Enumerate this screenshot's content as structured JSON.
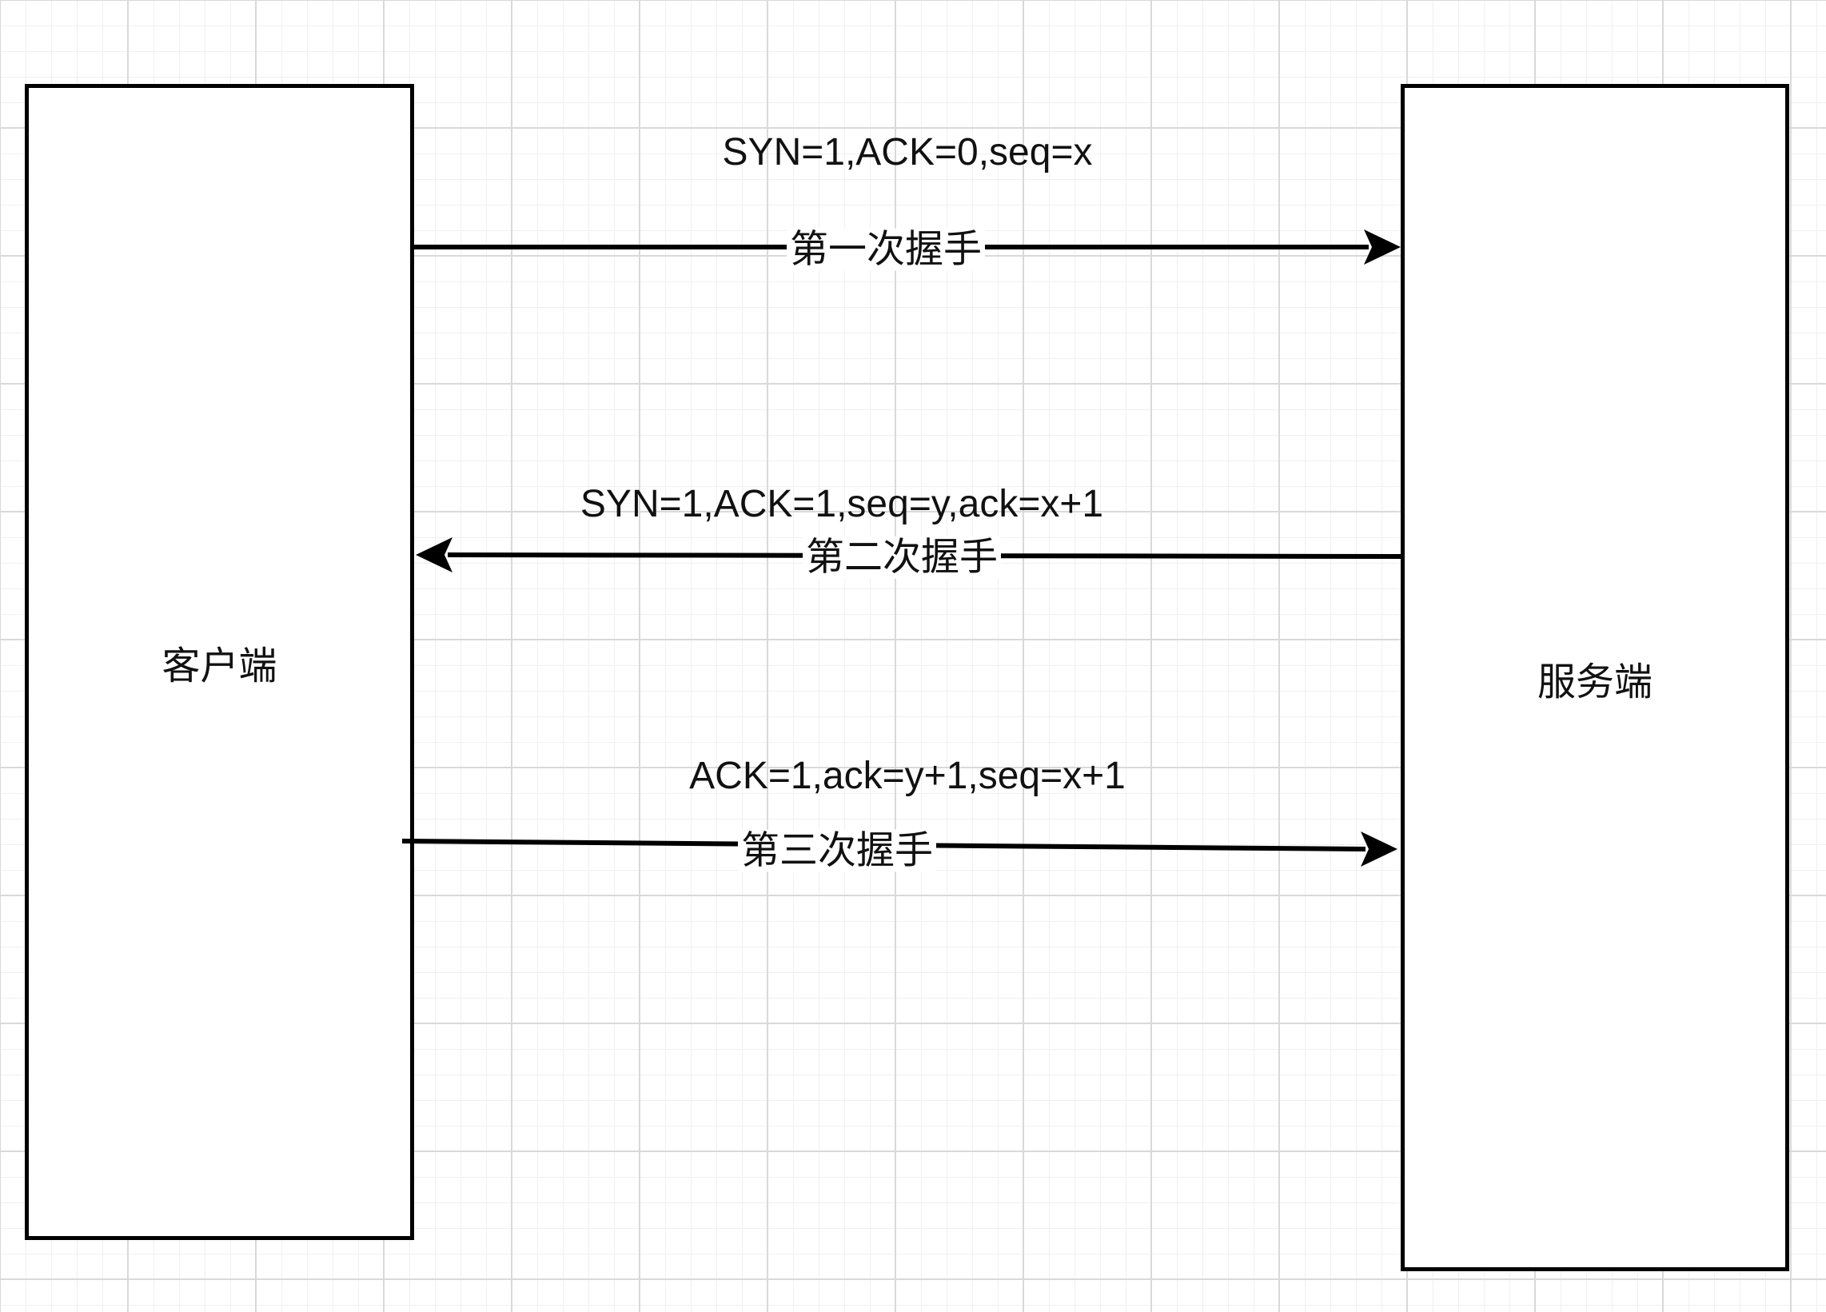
{
  "nodes": {
    "client": "客户端",
    "server": "服务端"
  },
  "handshakes": [
    {
      "message": "SYN=1,ACK=0,seq=x",
      "label": "第一次握手",
      "direction": "client-to-server"
    },
    {
      "message": "SYN=1,ACK=1,seq=y,ack=x+1",
      "label": "第二次握手",
      "direction": "server-to-client"
    },
    {
      "message": "ACK=1,ack=y+1,seq=x+1",
      "label": "第三次握手",
      "direction": "client-to-server"
    }
  ],
  "colors": {
    "stroke": "#000000",
    "grid": "#d9d9d9",
    "background": "#ffffff"
  }
}
